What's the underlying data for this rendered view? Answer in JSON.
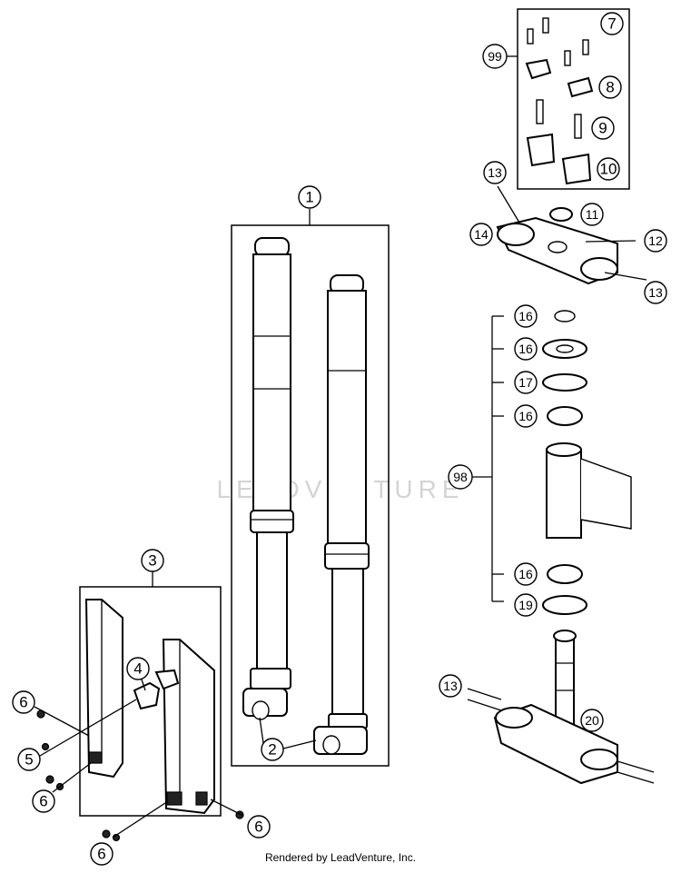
{
  "watermark": "LEADVENTURE",
  "footer": "Rendered by LeadVenture, Inc.",
  "callouts": {
    "c1": "1",
    "c2": "2",
    "c3": "3",
    "c4": "4",
    "c5": "5",
    "c6a": "6",
    "c6b": "6",
    "c6c": "6",
    "c6d": "6",
    "c7": "7",
    "c8": "8",
    "c9": "9",
    "c10": "10",
    "c11": "11",
    "c12": "12",
    "c13a": "13",
    "c13b": "13",
    "c13c": "13",
    "c14": "14",
    "c16a": "16",
    "c16b": "16",
    "c16c": "16",
    "c16d": "16",
    "c17": "17",
    "c19": "19",
    "c20": "20",
    "c98": "98",
    "c99": "99"
  }
}
